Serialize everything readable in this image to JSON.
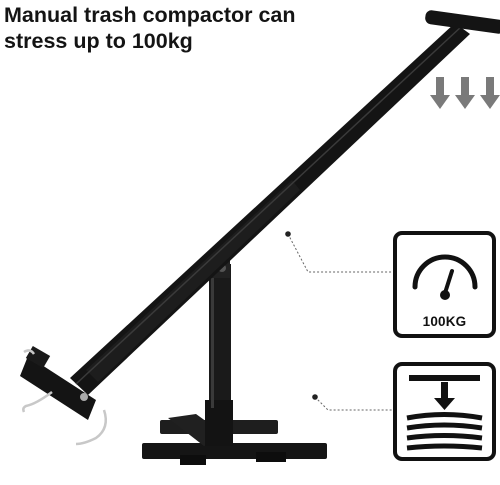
{
  "headline": {
    "line1": "Manual trash compactor can",
    "line2": "stress up to 100kg"
  },
  "badges": {
    "gauge": {
      "label": "100KG",
      "icon": "gauge-icon"
    },
    "press": {
      "icon": "compress-icon"
    }
  },
  "indicators": {
    "icon": "down-arrows-icon",
    "count": 3
  },
  "colors": {
    "frame": "#111111",
    "arrow": "#7a7a7a",
    "hook": "#c8c8c8",
    "text": "#141414"
  }
}
